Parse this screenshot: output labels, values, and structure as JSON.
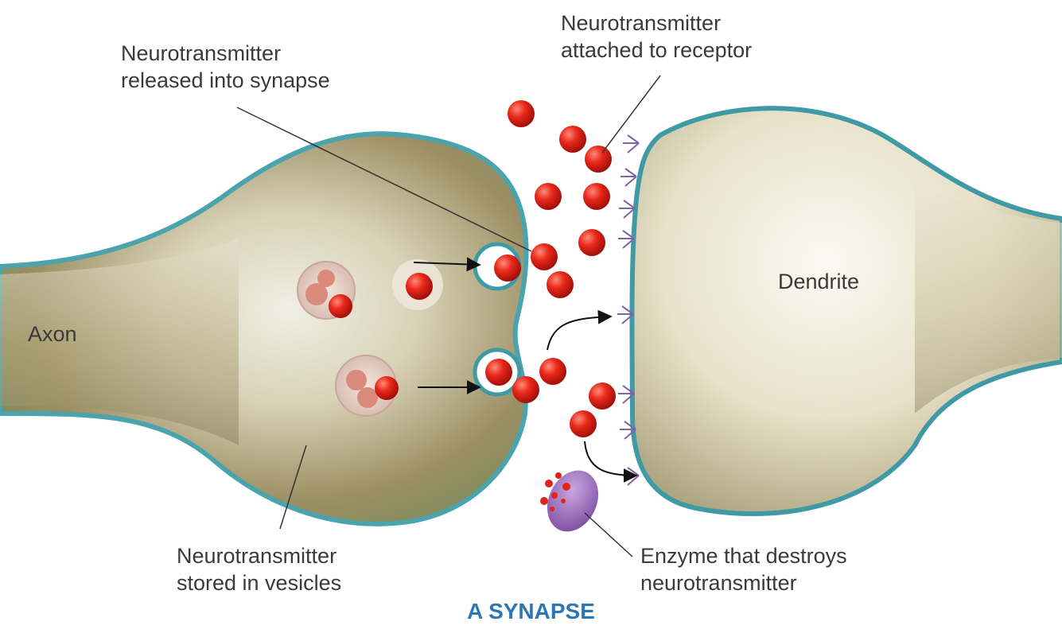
{
  "labels": {
    "released": [
      "Neurotransmitter",
      "released into synapse"
    ],
    "attached": [
      "Neurotransmitter",
      "attached to receptor"
    ],
    "axon": "Axon",
    "dendrite": "Dendrite",
    "stored": [
      "Neurotransmitter",
      "stored in vesicles"
    ],
    "enzyme": [
      "Enzyme that destroys",
      "neurotransmitter"
    ]
  },
  "caption": "A SYNAPSE",
  "colors": {
    "caption": "#2e75b6",
    "neurotransmitter": "#e02418",
    "membrane": "#3f9aa5",
    "receptor": "#a98bc4",
    "enzyme": "#9a6bbf"
  }
}
